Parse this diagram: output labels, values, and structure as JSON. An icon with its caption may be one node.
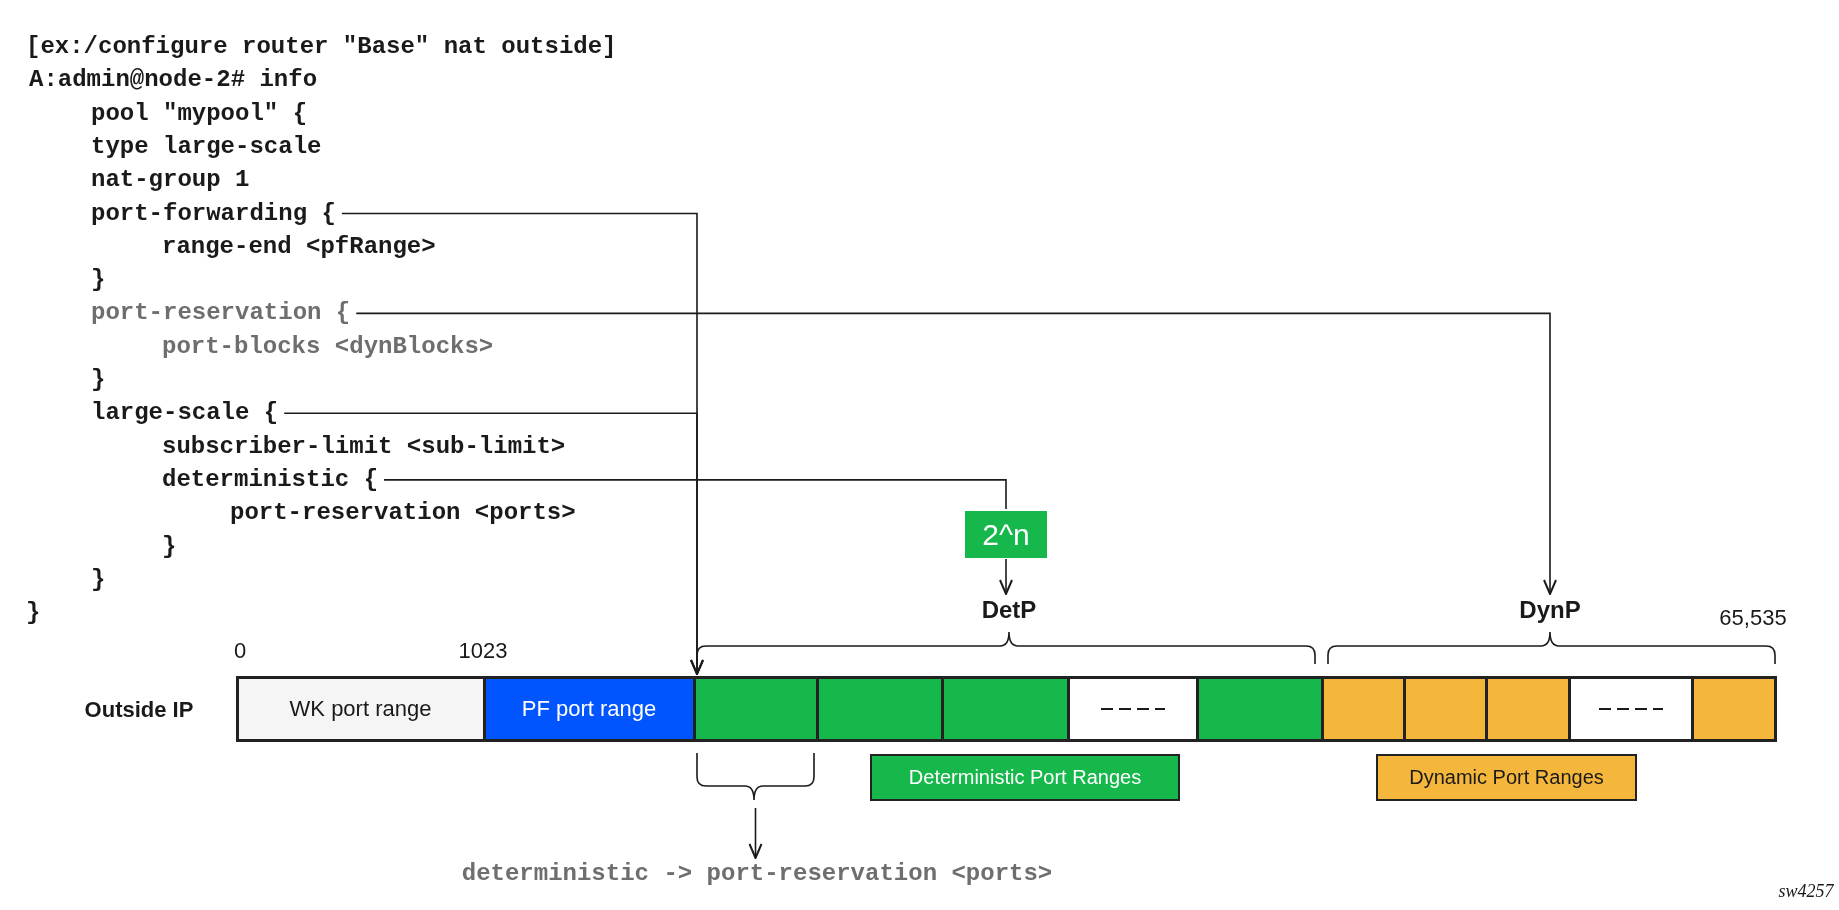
{
  "diagram": {
    "nodes": [
      {
        "text": [
          "port-forwarding {"
        ]
      },
      {
        "text": [
          "port-reservation {"
        ]
      },
      {
        "text": [
          "large-scale {"
        ]
      },
      {
        "text": [
          "deterministic {"
        ]
      },
      {
        "text": [
          "2^n"
        ]
      },
      {
        "text": [
          "DetP"
        ]
      },
      {
        "text": [
          "DynP"
        ]
      },
      {
        "text": [
          "WK port range"
        ],
        "beside": [
          "0"
        ]
      },
      {
        "text": [
          "PF port range"
        ]
      },
      {
        "text": [],
        "shape": "box"
      },
      {
        "text": [],
        "shape": "box"
      },
      {
        "text": [],
        "shape": "box"
      },
      {
        "text": [],
        "shape": "box"
      },
      {
        "text": [],
        "shape": "box"
      },
      {
        "text": [],
        "shape": "box"
      },
      {
        "text": [],
        "shape": "box"
      },
      {
        "text": [],
        "shape": "box"
      },
      {
        "text": [],
        "shape": "box"
      },
      {
        "text": [],
        "shape": "box"
      },
      {
        "text": [
          "Deterministic Port Ranges"
        ]
      },
      {
        "text": [
          "Dynamic Port Ranges"
        ]
      },
      {
        "text": [
          "deterministic -> port-reservation <ports>"
        ]
      },
      {
        "text": [],
        "shape": "bracket"
      }
    ],
    "edges": [
      {
        "from": 0,
        "to": 9,
        "arrow": "to"
      },
      {
        "from": 2,
        "to": 9,
        "arrow": "to"
      },
      {
        "from": 1,
        "to": 6,
        "arrow": "to"
      },
      {
        "from": 3,
        "to": 4,
        "arrow": "none"
      },
      {
        "from": 4,
        "to": 5,
        "arrow": "to"
      },
      {
        "from": 22,
        "to": 21,
        "arrow": "to"
      }
    ],
    "labels": [
      "[ex:/configure router \"Base\" nat outside]",
      "A:admin@node-2# info",
      "pool \"mypool\" {",
      "type large-scale",
      "nat-group 1",
      "range-end <pfRange>",
      "}",
      "port-blocks <dynBlocks>",
      "}",
      "subscriber-limit <sub-limit>",
      "port-reservation <ports>",
      "}",
      "}",
      "}",
      "1023",
      "65,535",
      "Outside IP",
      "sw4257"
    ]
  }
}
